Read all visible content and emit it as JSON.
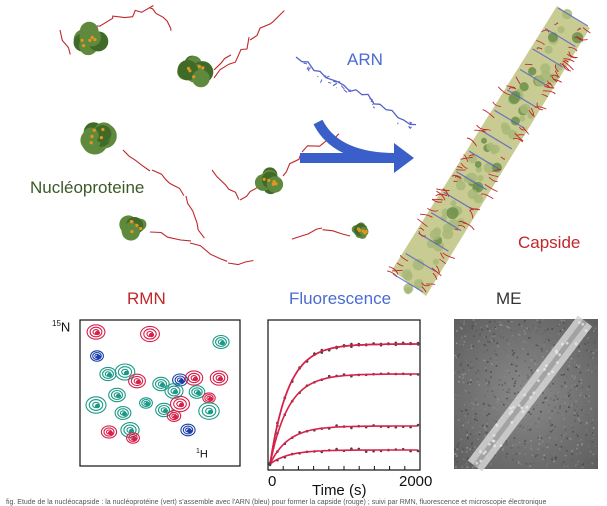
{
  "labels": {
    "arn": "ARN",
    "nucleoproteine": "Nucléoproteine",
    "capside": "Capside",
    "rmn": "RMN",
    "fluorescence": "Fluorescence",
    "me": "ME",
    "axis_15n": "15N",
    "axis_1h": "1H",
    "time_axis": "Time (s)",
    "time_tick_0": "0",
    "time_tick_2000": "2000",
    "caption": "fig. Etude de la nucléocapside : la nucléoprotéine (vert) s'assemble avec l'ARN (bleu) pour former la capside (rouge) ; suivi par RMN, fluorescence et microscopie électronique"
  },
  "colors": {
    "protein": "#5f8a3e",
    "protein_dark": "#3f6a28",
    "tail": "#c0272d",
    "helix": "#e6961e",
    "rna": "#5560c8",
    "arrow": "#3a5fc8",
    "capsid_body": "#c9cc92",
    "text_green": "#3c5a28",
    "text_red": "#c0272d",
    "text_blue": "#4a6bd0",
    "text_dark": "#333333",
    "nmr_red": "#d8204a",
    "nmr_blue": "#1a3fa8",
    "nmr_teal": "#1a9a86"
  }
}
